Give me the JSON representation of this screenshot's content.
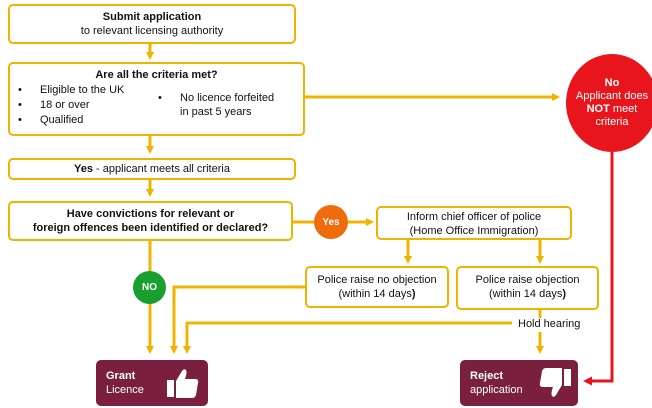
{
  "submit": {
    "title": "Submit application",
    "subtitle": "to relevant licensing authority"
  },
  "criteria": {
    "title": "Are all the criteria met?",
    "items": [
      "Eligible to the UK",
      "18 or over",
      "Qualified"
    ],
    "item_right_line1": "No licence forfeited",
    "item_right_line2": "in past 5 years"
  },
  "no_circle": {
    "line1": "No",
    "line2": "Applicant does",
    "line3_bold": "NOT",
    "line3_rest": " meet",
    "line4": "criteria"
  },
  "yes_box": {
    "bold": "Yes",
    "rest": " - applicant meets all criteria"
  },
  "convictions": {
    "line1": "Have convictions for relevant or",
    "line2": "foreign offences been identified or declared?"
  },
  "yes_circle": "Yes",
  "no_circle_green": "NO",
  "police_inform": {
    "line1": "Inform chief officer of police",
    "line2": "(Home Office Immigration)"
  },
  "no_objection": {
    "line1": "Police raise no objection",
    "line2a": "(within 14 days",
    "line2b": ")"
  },
  "objection": {
    "line1": "Police raise objection",
    "line2a": "(within 14 days",
    "line2b": ")"
  },
  "hold_hearing": "Hold hearing",
  "grant": {
    "line1": "Grant",
    "line2": "Licence"
  },
  "reject": {
    "line1": "Reject",
    "line2": "application"
  },
  "colors": {
    "arrow": "#f0b400",
    "red": "#e8161c",
    "orange": "#ef6c0c",
    "green": "#17a02e",
    "outcome": "#7a1f3d"
  }
}
